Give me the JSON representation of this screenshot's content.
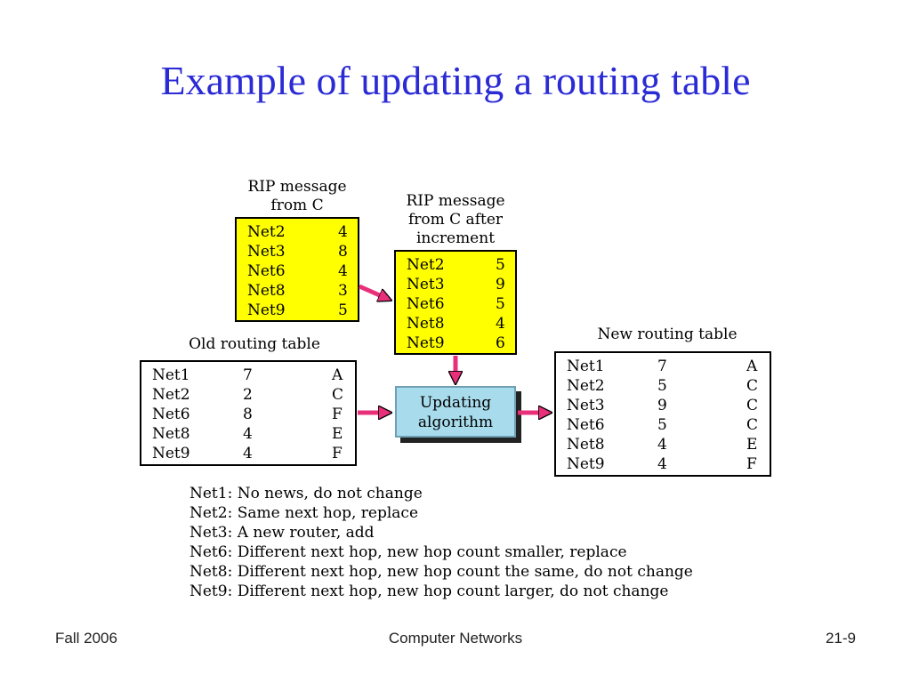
{
  "title": "Example of updating a routing table",
  "rip_from_c": {
    "caption": [
      "RIP message",
      "from C"
    ],
    "rows": [
      [
        "Net2",
        "4"
      ],
      [
        "Net3",
        "8"
      ],
      [
        "Net6",
        "4"
      ],
      [
        "Net8",
        "3"
      ],
      [
        "Net9",
        "5"
      ]
    ]
  },
  "rip_after_increment": {
    "caption": [
      "RIP message",
      "from C after",
      "increment"
    ],
    "rows": [
      [
        "Net2",
        "5"
      ],
      [
        "Net3",
        "9"
      ],
      [
        "Net6",
        "5"
      ],
      [
        "Net8",
        "4"
      ],
      [
        "Net9",
        "6"
      ]
    ]
  },
  "old_table": {
    "caption": "Old routing table",
    "rows": [
      [
        "Net1",
        "7",
        "A"
      ],
      [
        "Net2",
        "2",
        "C"
      ],
      [
        "Net6",
        "8",
        "F"
      ],
      [
        "Net8",
        "4",
        "E"
      ],
      [
        "Net9",
        "4",
        "F"
      ]
    ]
  },
  "algorithm": [
    "Updating",
    "algorithm"
  ],
  "new_table": {
    "caption": "New routing table",
    "rows": [
      [
        "Net1",
        "7",
        "A"
      ],
      [
        "Net2",
        "5",
        "C"
      ],
      [
        "Net3",
        "9",
        "C"
      ],
      [
        "Net6",
        "5",
        "C"
      ],
      [
        "Net8",
        "4",
        "E"
      ],
      [
        "Net9",
        "4",
        "F"
      ]
    ]
  },
  "notes": [
    "Net1: No news, do not change",
    "Net2: Same next hop, replace",
    "Net3: A new router, add",
    "Net6: Different next hop, new hop count smaller, replace",
    "Net8: Different next hop, new hop count the same, do not change",
    "Net9: Different next hop, new hop count larger, do not change"
  ],
  "footer": {
    "left": "Fall 2006",
    "center": "Computer Networks",
    "right": "21-9"
  },
  "colors": {
    "title": "#2b2bd6",
    "rip_box": "#ffff00",
    "algorithm_box": "#a8dcec",
    "arrow": "#e8307a"
  }
}
